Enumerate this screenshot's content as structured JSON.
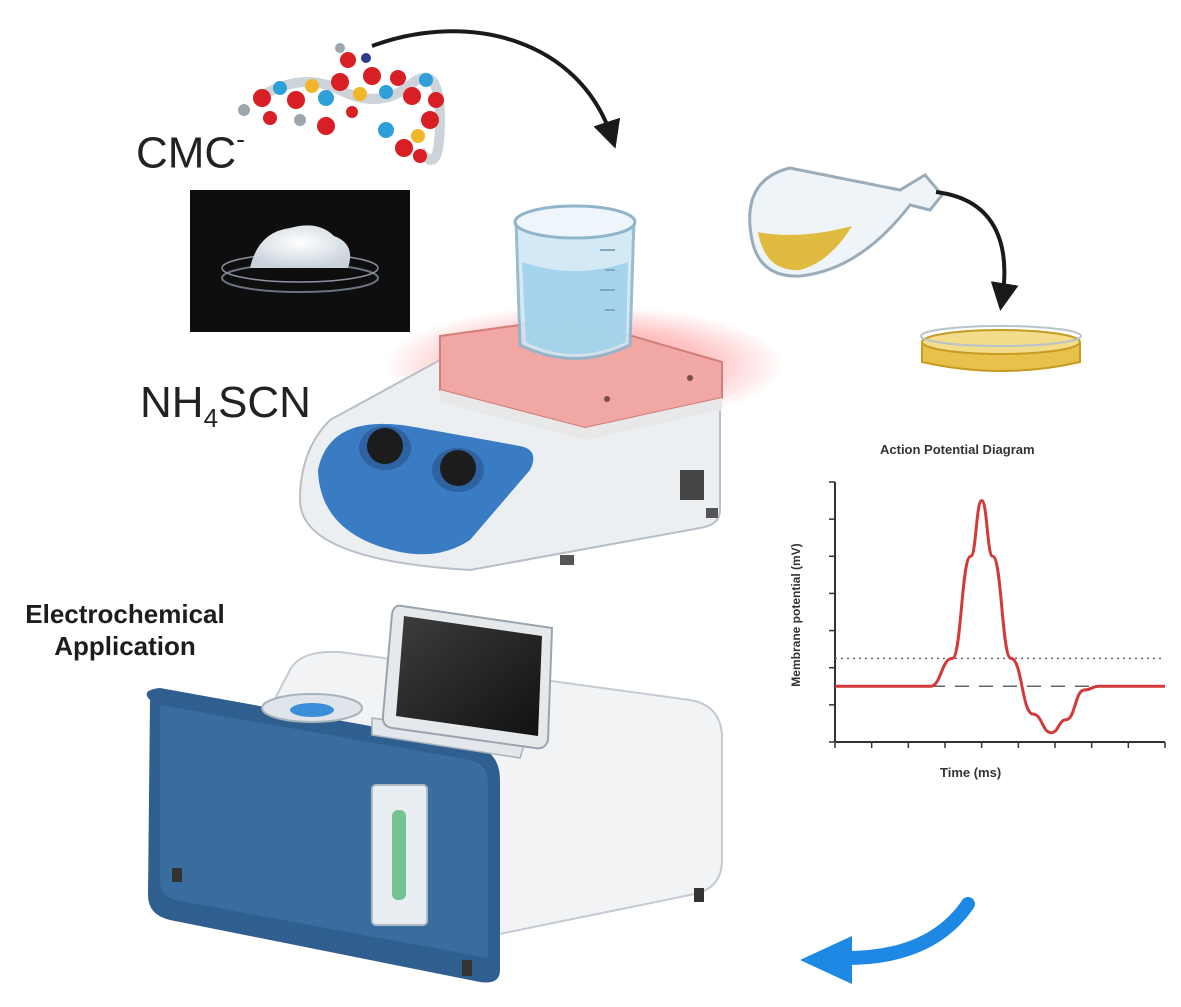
{
  "labels": {
    "cmc": "CMC",
    "cmc_charge": "-",
    "nh4scn_pre": "NH",
    "nh4scn_sub": "4",
    "nh4scn_post": "SCN",
    "application_line1": "Electrochemical",
    "application_line2": "Application"
  },
  "colors": {
    "arrow_black": "#1a1a1a",
    "arrow_blue": "#1e88e5",
    "instrument_blue": "#2f5f8e",
    "stirrer_blue": "#3a7cc4",
    "hotplate_pink": "#f1a7a3",
    "solution_yellow": "#e7c14a",
    "trace_red": "#d23a3a"
  },
  "chart_data": {
    "type": "line",
    "title": "Action Potential Diagram",
    "xlabel": "Time (ms)",
    "ylabel": "Membrane potential (mV)",
    "grid": false,
    "series": [
      {
        "x": [
          0,
          1.5,
          2.6,
          3.2,
          3.7,
          4.0,
          4.3,
          4.8,
          5.4,
          5.9,
          6.3,
          6.8,
          7.2,
          9.0
        ],
        "y": [
          -70,
          -70,
          -70,
          -55,
          0,
          30,
          0,
          -55,
          -85,
          -95,
          -88,
          -72,
          -70,
          -70
        ]
      }
    ],
    "reference_lines": [
      {
        "y": -55,
        "style": "dotted"
      },
      {
        "y": -70,
        "style": "dashed"
      }
    ],
    "xlim": [
      0,
      9
    ],
    "ylim": [
      -100,
      40
    ]
  }
}
